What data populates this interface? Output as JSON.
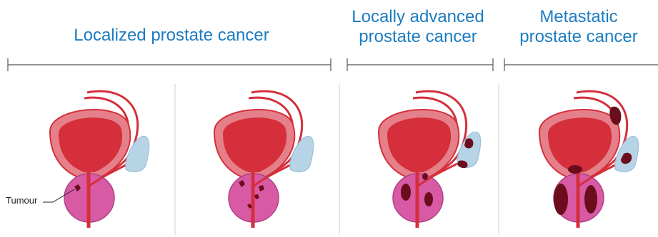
{
  "stages": [
    {
      "lines": [
        "Localized prostate cancer"
      ]
    },
    {
      "lines": [
        "Locally advanced",
        "prostate cancer"
      ]
    },
    {
      "lines": [
        "Metastatic",
        "prostate cancer"
      ]
    }
  ],
  "annotation": {
    "tumour_label": "Tumour"
  },
  "colors": {
    "title": "#1b7cc1",
    "bladder_outer": "#e5808a",
    "bladder_inner": "#d42f3b",
    "prostate": "#d85aa5",
    "tumour": "#6b0d1c",
    "vesicle": "#b7d3e6",
    "rule": "#555555",
    "divider": "#cfcfcf"
  },
  "panels": [
    {
      "tumours": "single-small"
    },
    {
      "tumours": "several-small"
    },
    {
      "tumours": "extended-capsule-and-vesicle"
    },
    {
      "tumours": "large-spread"
    }
  ]
}
